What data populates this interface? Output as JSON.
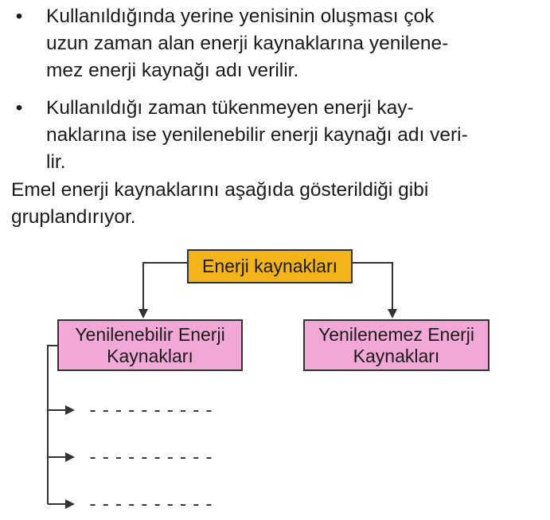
{
  "bullets": [
    {
      "marker": "•",
      "lines": [
        "Kullanıldığında yerine yenisinin oluşması çok",
        "uzun zaman alan enerji kaynaklarına yenilene-",
        "mez enerji kaynağı adı verilir."
      ]
    },
    {
      "marker": "•",
      "lines": [
        "Kullanıldığı zaman tükenmeyen enerji kay-",
        "naklarına ise yenilenebilir enerji kaynağı adı veri-",
        "lir."
      ]
    }
  ],
  "intro": {
    "lines": [
      "Emel enerji kaynaklarını aşağıda gösterildiği gibi",
      "gruplandırıyor."
    ]
  },
  "diagram": {
    "root": {
      "label": "Enerji kaynakları",
      "color": "#f3b31a"
    },
    "renewable": {
      "line1": "Yenilenebilir Enerji",
      "line2": "Kaynakları",
      "color": "#f2a8d6"
    },
    "nonrenewable": {
      "line1": "Yenilenemez Enerji",
      "line2": "Kaynakları",
      "color": "#f2a8d6"
    },
    "blanks": [
      "----------",
      "----------",
      "----------"
    ]
  }
}
